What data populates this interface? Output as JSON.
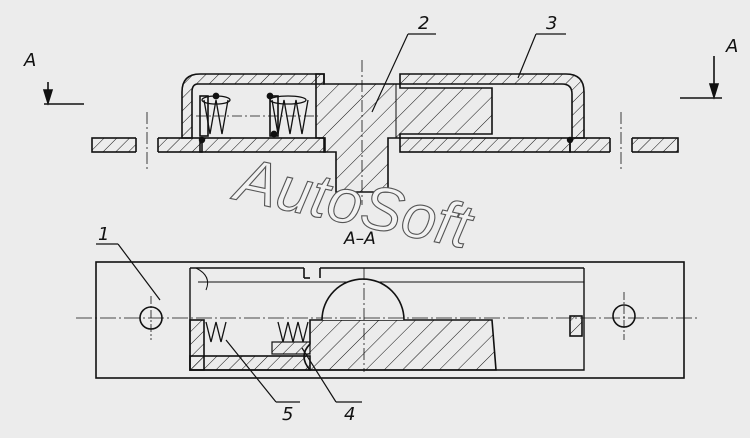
{
  "figure": {
    "background": "#ececec",
    "line_color": "#111111",
    "section_marker_left": "A",
    "section_marker_right": "A",
    "section_title": "A–A",
    "watermark": "AutoSoft",
    "callouts": [
      {
        "id": "1",
        "text": "1"
      },
      {
        "id": "2",
        "text": "2"
      },
      {
        "id": "3",
        "text": "3"
      },
      {
        "id": "4",
        "text": "4"
      },
      {
        "id": "5",
        "text": "5"
      }
    ]
  }
}
